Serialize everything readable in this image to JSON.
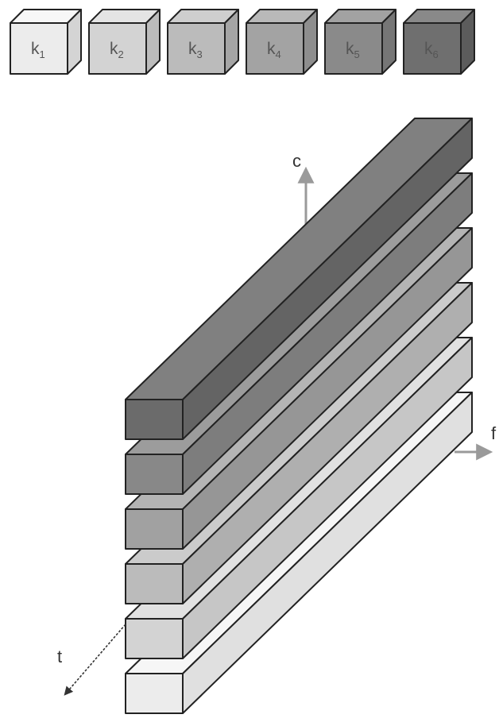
{
  "cubes": [
    {
      "base": "k",
      "sub": "1",
      "front": "#ececec",
      "top": "#f7f7f7",
      "side": "#d4d4d4"
    },
    {
      "base": "k",
      "sub": "2",
      "front": "#d3d3d3",
      "top": "#e4e4e4",
      "side": "#bcbcbc"
    },
    {
      "base": "k",
      "sub": "3",
      "front": "#bbbbbb",
      "top": "#cecece",
      "side": "#a5a5a5"
    },
    {
      "base": "k",
      "sub": "4",
      "front": "#a3a3a3",
      "top": "#b9b9b9",
      "side": "#8e8e8e"
    },
    {
      "base": "k",
      "sub": "5",
      "front": "#8a8a8a",
      "top": "#a2a2a2",
      "side": "#767676"
    },
    {
      "base": "k",
      "sub": "6",
      "front": "#6f6f6f",
      "top": "#898989",
      "side": "#5c5c5c"
    }
  ],
  "layers": [
    {
      "front": "#ececec",
      "top": "#f6f6f6",
      "side": "#e0e0e0"
    },
    {
      "front": "#d3d3d3",
      "top": "#e1e1e1",
      "side": "#c6c6c6"
    },
    {
      "front": "#bbbbbb",
      "top": "#cbcbcb",
      "side": "#afafaf"
    },
    {
      "front": "#a1a1a1",
      "top": "#b4b4b4",
      "side": "#969696"
    },
    {
      "front": "#888888",
      "top": "#9c9c9c",
      "side": "#7d7d7d"
    },
    {
      "front": "#6b6b6b",
      "top": "#808080",
      "side": "#646464"
    }
  ],
  "axes": {
    "vertical_label": "c",
    "horizontal_label": "f",
    "depth_label": "t",
    "color": "#999999"
  }
}
